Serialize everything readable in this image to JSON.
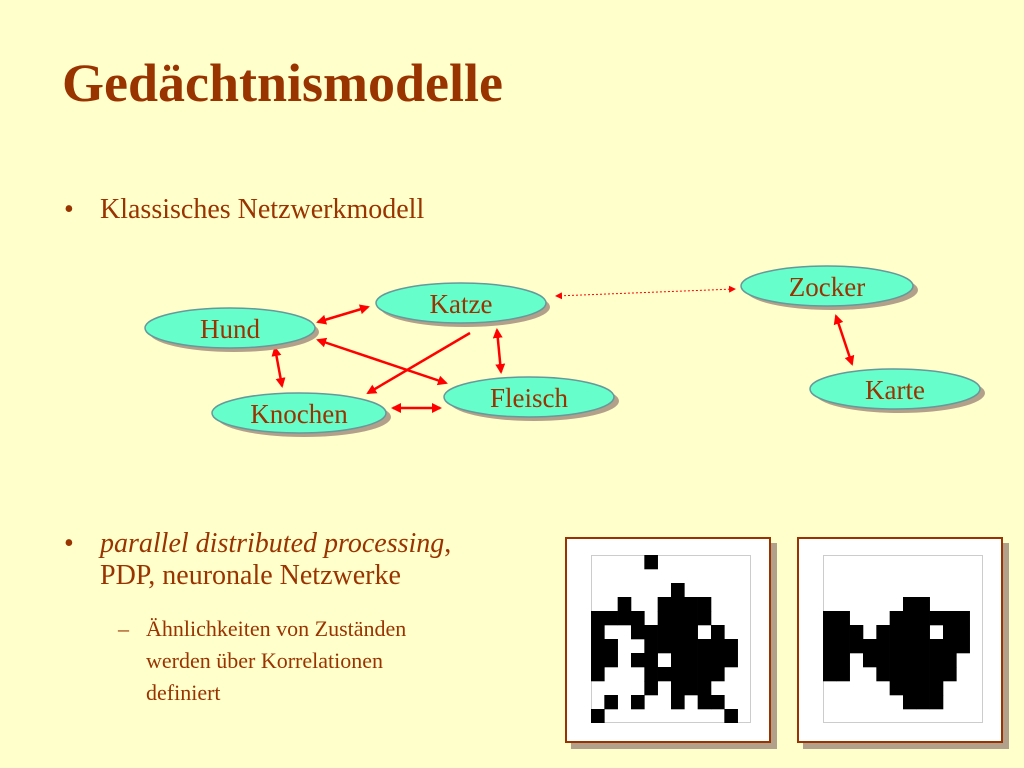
{
  "slide": {
    "title": "Gedächtnismodelle",
    "bullets": [
      {
        "text": "Klassisches Netzwerkmodell"
      },
      {
        "text_italic": "parallel distributed processing",
        "text_rest": ",",
        "text_line2": "PDP, neuronale Netzwerke"
      }
    ],
    "sub_bullet": {
      "line1": "Ähnlichkeiten von Zuständen",
      "line2": "werden über Korrelationen",
      "line3": "definiert"
    },
    "bullet_glyph": "•",
    "dash_glyph": "–"
  },
  "network": {
    "nodes": [
      {
        "id": "hund",
        "label": "Hund"
      },
      {
        "id": "katze",
        "label": "Katze"
      },
      {
        "id": "knochen",
        "label": "Knochen"
      },
      {
        "id": "fleisch",
        "label": "Fleisch"
      },
      {
        "id": "zocker",
        "label": "Zocker"
      },
      {
        "id": "karte",
        "label": "Karte"
      }
    ],
    "edges": [
      {
        "from": "hund",
        "to": "katze",
        "style": "solid"
      },
      {
        "from": "hund",
        "to": "knochen",
        "style": "solid"
      },
      {
        "from": "hund",
        "to": "fleisch",
        "style": "solid"
      },
      {
        "from": "katze",
        "to": "knochen",
        "style": "solid"
      },
      {
        "from": "katze",
        "to": "fleisch",
        "style": "solid"
      },
      {
        "from": "knochen",
        "to": "fleisch",
        "style": "solid"
      },
      {
        "from": "katze",
        "to": "zocker",
        "style": "dotted"
      },
      {
        "from": "zocker",
        "to": "karte",
        "style": "solid"
      }
    ],
    "node_fill": "#66ffcc",
    "edge_color": "#ff0000"
  },
  "pattern_grids": {
    "size": 12,
    "left": [
      "....#.......",
      "............",
      "......#.....",
      "..#..####...",
      "####.####...",
      "#..#####.#..",
      "##..#######.",
      "##.##.#####.",
      "#...######..",
      "....#.###...",
      ".#.#..#.##..",
      "#.........#."
    ],
    "right": [
      "............",
      "............",
      "............",
      "......##....",
      "##...######.",
      "###.####.##.",
      "###########.",
      "##.#######..",
      "##..######..",
      ".....####...",
      "......###...",
      "............"
    ]
  },
  "colors": {
    "background": "#ffffcc",
    "text": "#993300",
    "node_fill": "#66ffcc",
    "edge": "#ff0000"
  }
}
